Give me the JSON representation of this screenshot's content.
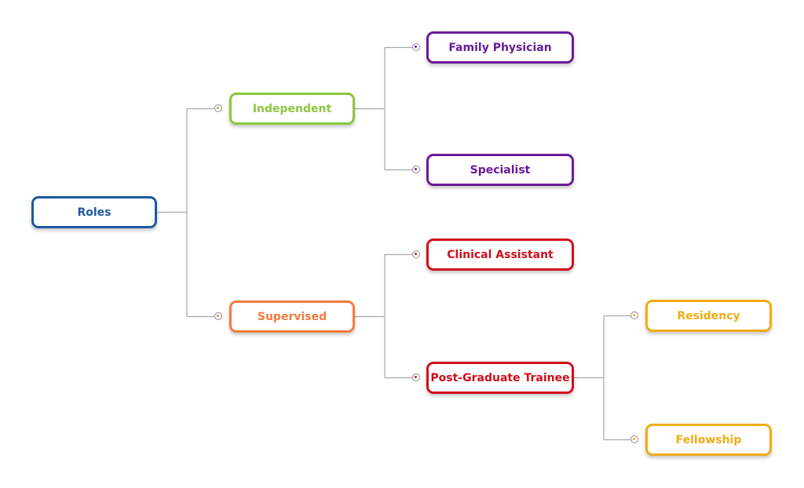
{
  "nodes": {
    "roles": {
      "label": "Roles",
      "color": "#1c5a9e"
    },
    "independent": {
      "label": "Independent",
      "color": "#8dc63f"
    },
    "supervised": {
      "label": "Supervised",
      "color": "#f47b3e"
    },
    "family": {
      "label": "Family Physician",
      "color": "#6a1b9a"
    },
    "specialist": {
      "label": "Specialist",
      "color": "#6a1b9a"
    },
    "clinical": {
      "label": "Clinical Assistant",
      "color": "#d0101c"
    },
    "postgrad": {
      "label": "Post-Graduate Trainee",
      "color": "#d0101c"
    },
    "residency": {
      "label": "Residency",
      "color": "#f0ac14"
    },
    "fellowship": {
      "label": "Fellowship",
      "color": "#f0ac14"
    }
  },
  "connector_color": "#a8a8a8"
}
